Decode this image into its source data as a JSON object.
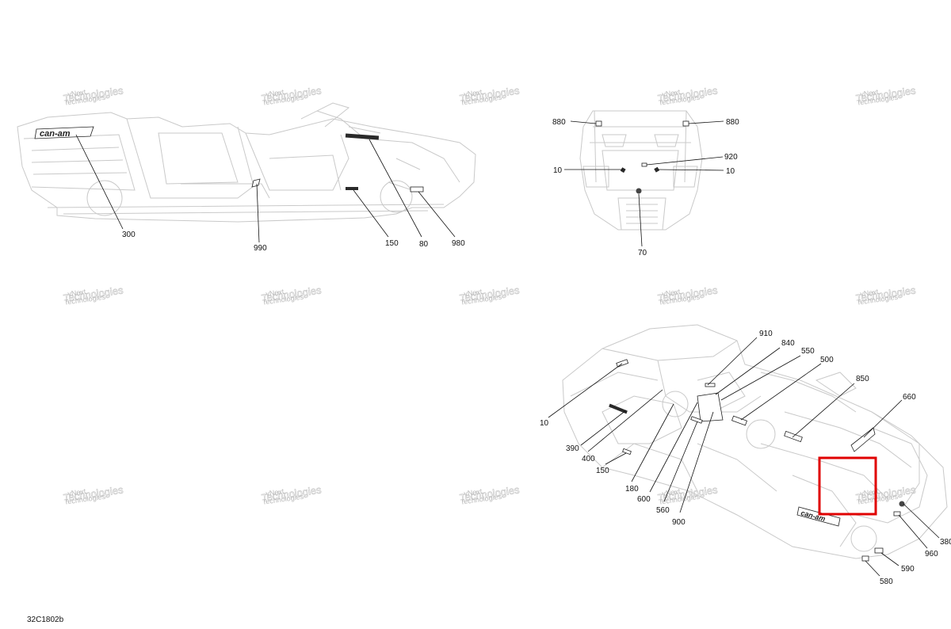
{
  "diagram": {
    "code": "32C1802b",
    "watermark_line1": "vNext",
    "watermark_line2": "Technologies",
    "logo_text": "can-am",
    "colors": {
      "highlight": "#e00000",
      "line": "#111111",
      "sketch": "#c9c9c9"
    }
  },
  "side_view": {
    "callouts": [
      "300",
      "990",
      "150",
      "80",
      "980"
    ]
  },
  "front_view": {
    "callouts": [
      "880",
      "880",
      "920",
      "10",
      "10",
      "70"
    ]
  },
  "iso_view": {
    "callouts": [
      "910",
      "840",
      "550",
      "500",
      "850",
      "660",
      "10",
      "390",
      "400",
      "150",
      "180",
      "600",
      "560",
      "900",
      "380",
      "960",
      "590",
      "580"
    ]
  }
}
